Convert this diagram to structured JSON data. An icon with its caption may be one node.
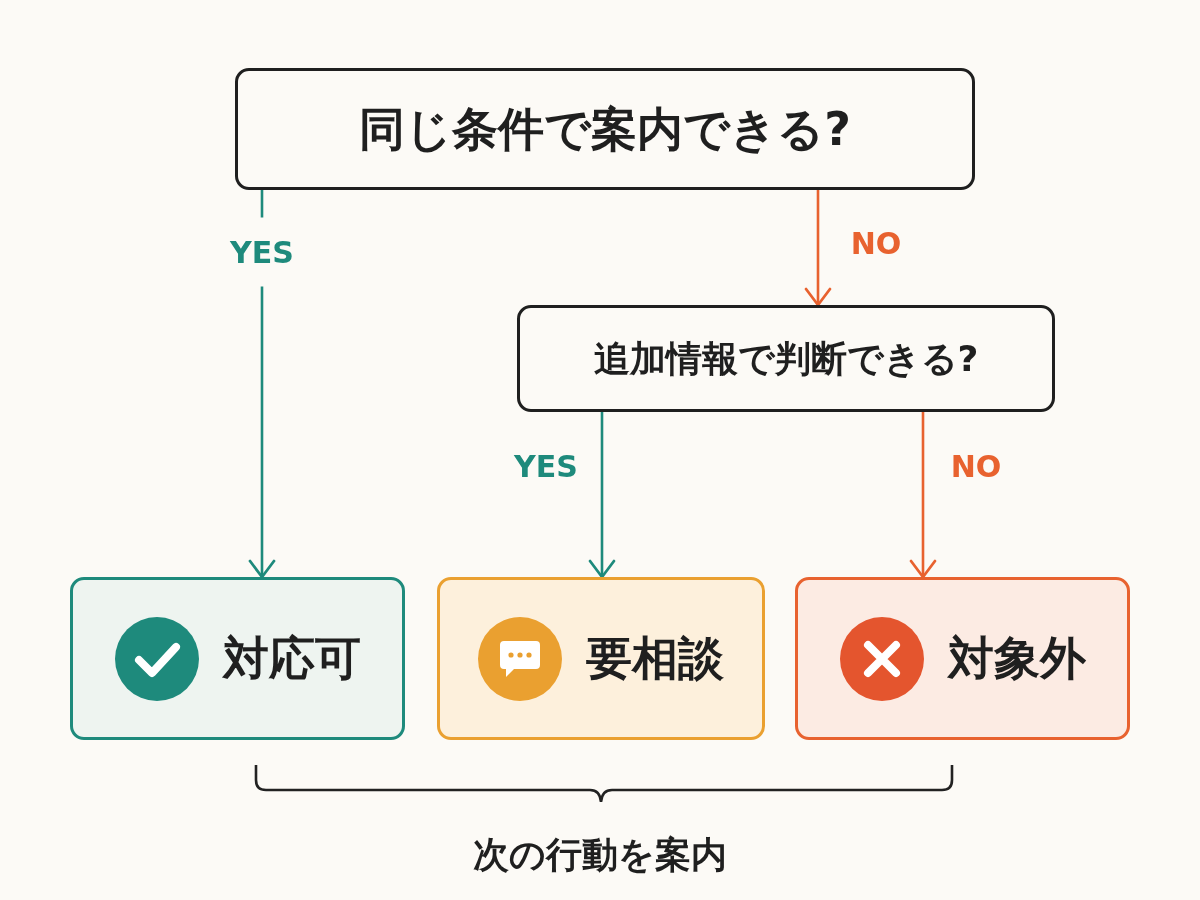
{
  "diagram": {
    "nodes": [
      {
        "text": [
          "同じ条件で案内できる?"
        ]
      },
      {
        "text": [
          "追加情報で判断できる?"
        ]
      },
      {
        "text": [
          "対応可"
        ]
      },
      {
        "text": [
          "要相談"
        ]
      },
      {
        "text": [
          "対象外"
        ]
      }
    ],
    "edges": [
      {
        "from": 0,
        "to": 2,
        "arrow": "to",
        "label": "YES",
        "color": "#1e8a7c"
      },
      {
        "from": 0,
        "to": 1,
        "arrow": "to",
        "label": "NO",
        "color": "#e8622f"
      },
      {
        "from": 1,
        "to": 3,
        "arrow": "to",
        "label": "YES",
        "color": "#1e8a7c"
      },
      {
        "from": 1,
        "to": 4,
        "arrow": "to",
        "label": "NO",
        "color": "#e8622f"
      }
    ],
    "labels": [
      "次の行動を案内"
    ]
  }
}
